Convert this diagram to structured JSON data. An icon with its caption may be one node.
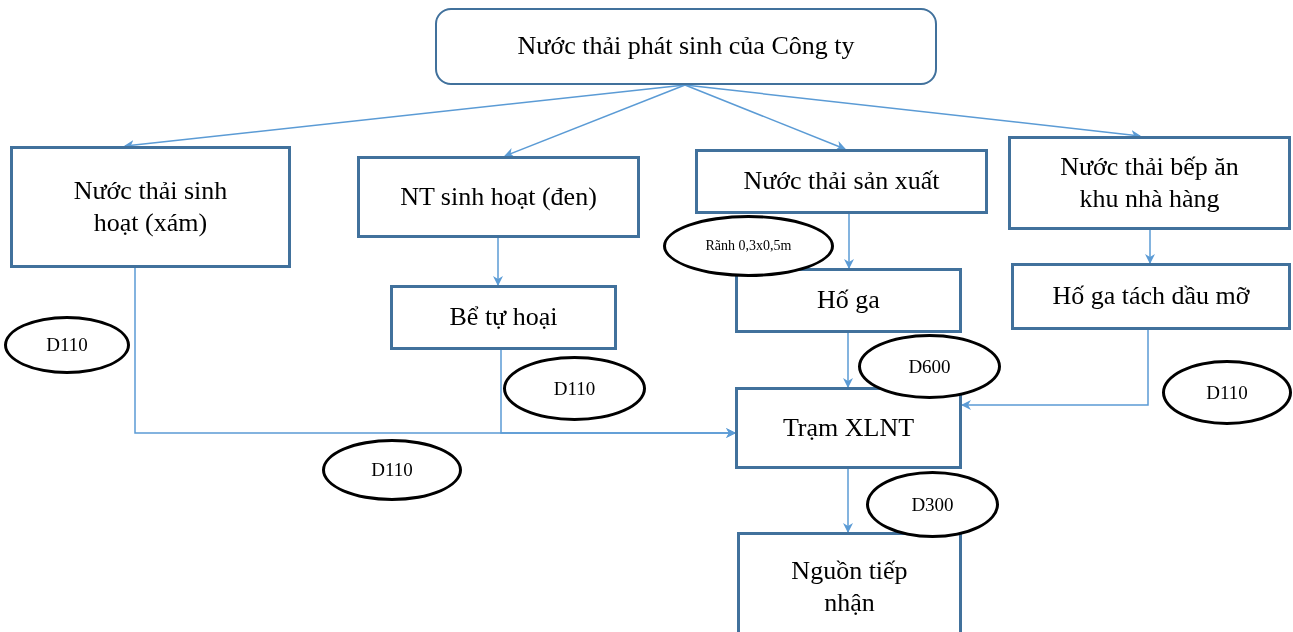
{
  "diagram": {
    "nodes": [
      {
        "text": [
          "Nước thải phát sinh của Công ty"
        ]
      },
      {
        "text": [
          "Nước thải sinh hoạt (xám)"
        ]
      },
      {
        "text": [
          "NT sinh hoạt (đen)"
        ]
      },
      {
        "text": [
          "Nước thải sản xuất"
        ]
      },
      {
        "text": [
          "Nước thải bếp ăn khu nhà hàng"
        ]
      },
      {
        "text": [
          "Bể tự hoại"
        ]
      },
      {
        "text": [
          "Hố ga"
        ]
      },
      {
        "text": [
          "Hố ga tách dầu mỡ"
        ]
      },
      {
        "text": [
          "Trạm XLNT"
        ]
      },
      {
        "text": [
          "Nguồn tiếp nhận"
        ]
      },
      {
        "text": [
          "Rãnh 0,3x0,5m"
        ]
      },
      {
        "text": [
          "D110"
        ]
      },
      {
        "text": [
          "D110"
        ]
      },
      {
        "text": [
          "D600"
        ]
      },
      {
        "text": [
          "D110"
        ]
      },
      {
        "text": [
          "D110"
        ]
      },
      {
        "text": [
          "D300"
        ]
      }
    ],
    "edges": [
      {
        "from": 0,
        "to": 1,
        "arrow": "to"
      },
      {
        "from": 0,
        "to": 2,
        "arrow": "to"
      },
      {
        "from": 0,
        "to": 3,
        "arrow": "to"
      },
      {
        "from": 0,
        "to": 4,
        "arrow": "to"
      },
      {
        "from": 2,
        "to": 5,
        "arrow": "to"
      },
      {
        "from": 3,
        "to": 6,
        "arrow": "to"
      },
      {
        "from": 4,
        "to": 7,
        "arrow": "to"
      },
      {
        "from": 6,
        "to": 8,
        "arrow": "to"
      },
      {
        "from": 7,
        "to": 8,
        "arrow": "to"
      },
      {
        "from": 1,
        "to": 8,
        "arrow": "to"
      },
      {
        "from": 5,
        "to": 8,
        "arrow": "to"
      },
      {
        "from": 8,
        "to": 9,
        "arrow": "to"
      }
    ]
  }
}
